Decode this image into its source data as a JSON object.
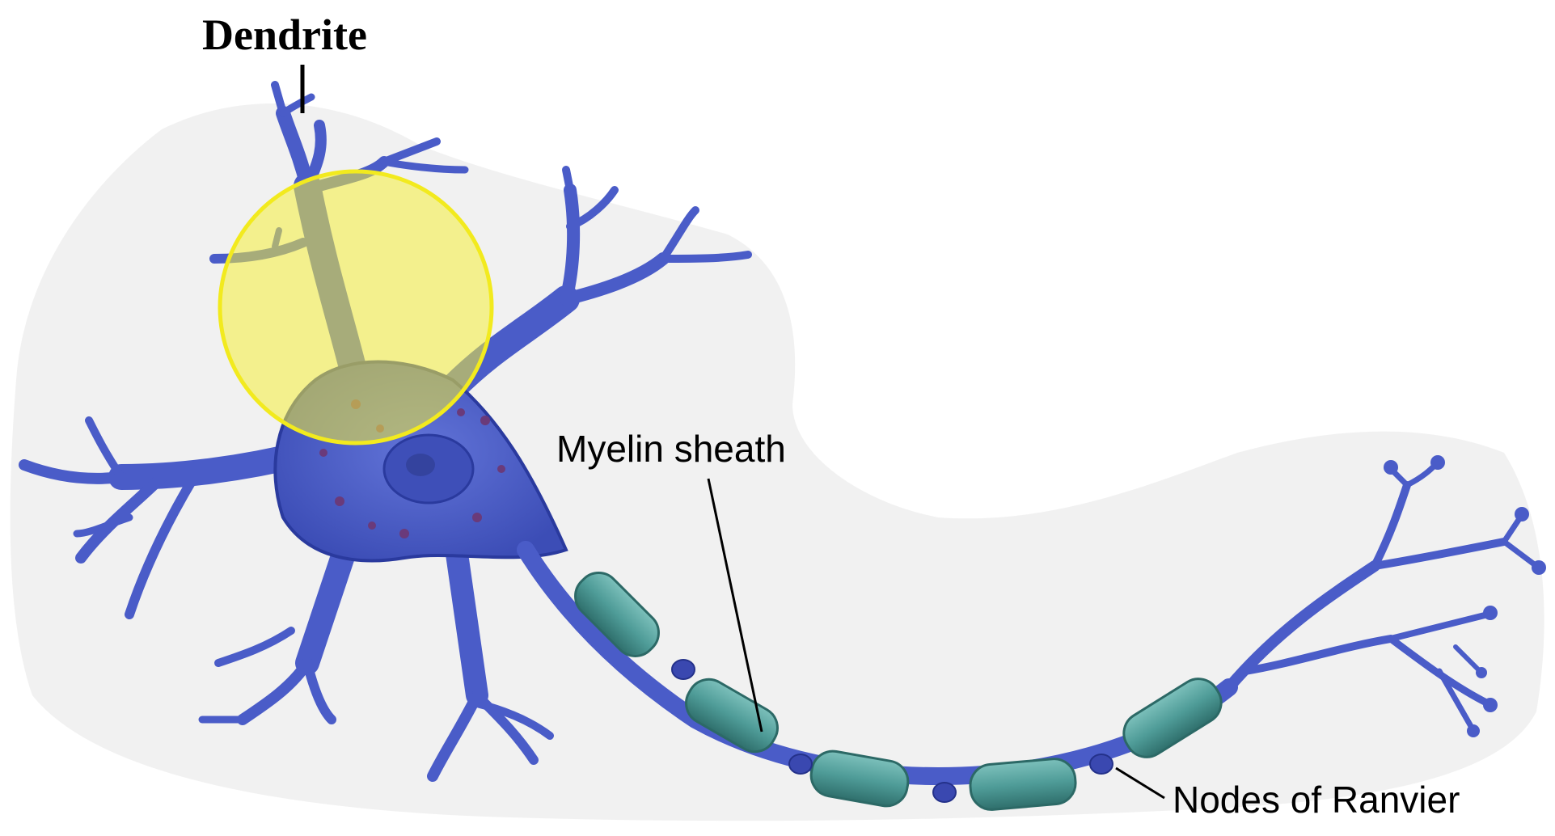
{
  "labels": {
    "dendrite": "Dendrite",
    "myelin_sheath": "Myelin sheath",
    "nodes_of_ranvier": "Nodes of Ranvier"
  },
  "highlight": {
    "target": "dendrite",
    "color": "#f4ee3a"
  },
  "colors": {
    "neuron_body": "#4a5cc8",
    "neuron_outline": "#2a3a9e",
    "nucleus": "#3e4fb8",
    "granules": "#6a3a7a",
    "myelin_fill": "#4f9c98",
    "myelin_outline": "#2c6966",
    "node": "#3a48b0",
    "background_halo": "#ececec",
    "label_text": "#000000"
  }
}
